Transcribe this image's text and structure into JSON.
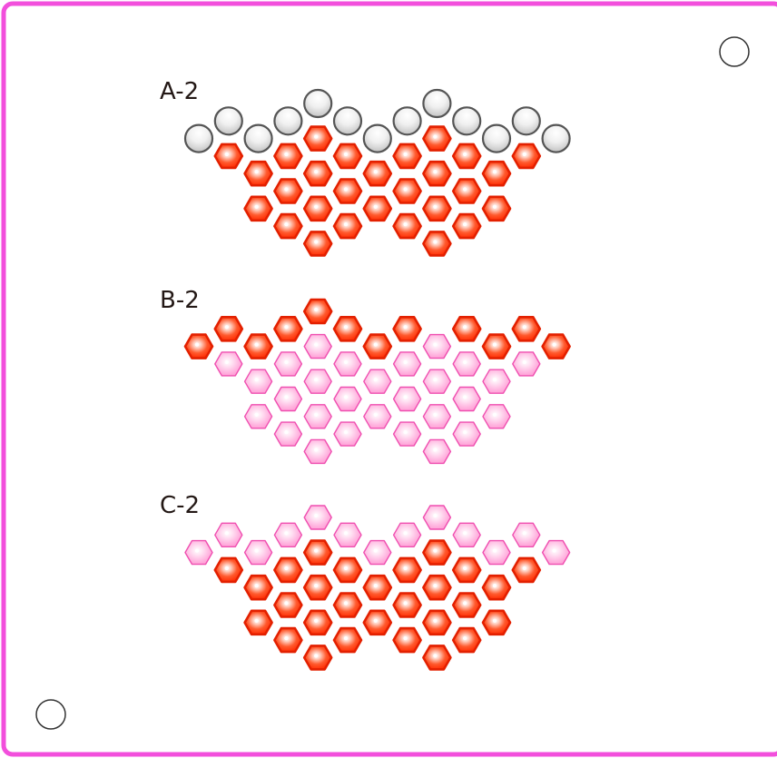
{
  "colors": {
    "border": "#f24fdc",
    "red_bead": "#ff2a00",
    "red_bead_rim": "#e32000",
    "pink_bead": "#ff9fd6",
    "pink_bead_rim": "#ef4fb0",
    "grey_bead": "#d8d8d8",
    "grey_bead_rim": "#555555",
    "label": "#231815"
  },
  "corner_marks": [
    "circle-icon",
    "circle-icon"
  ],
  "patterns": [
    {
      "label": "A-2",
      "rows": [
        {
          "row": 0,
          "beads": [
            {
              "col": 4,
              "bead": "grey-round"
            },
            {
              "col": 8,
              "bead": "grey-round"
            }
          ]
        },
        {
          "row": 1,
          "beads": [
            {
              "col": 1,
              "bead": "grey-round"
            },
            {
              "col": 3,
              "bead": "grey-round"
            },
            {
              "col": 5,
              "bead": "grey-round"
            },
            {
              "col": 7,
              "bead": "grey-round"
            },
            {
              "col": 9,
              "bead": "grey-round"
            },
            {
              "col": 11,
              "bead": "grey-round"
            }
          ]
        },
        {
          "row": 2,
          "beads": [
            {
              "col": 0,
              "bead": "grey-round"
            },
            {
              "col": 2,
              "bead": "grey-round"
            },
            {
              "col": 4,
              "bead": "red-hex"
            },
            {
              "col": 6,
              "bead": "grey-round"
            },
            {
              "col": 8,
              "bead": "red-hex"
            },
            {
              "col": 10,
              "bead": "grey-round"
            },
            {
              "col": 12,
              "bead": "grey-round"
            }
          ]
        },
        {
          "row": 3,
          "beads": [
            {
              "col": 1,
              "bead": "red-hex"
            },
            {
              "col": 3,
              "bead": "red-hex"
            },
            {
              "col": 5,
              "bead": "red-hex"
            },
            {
              "col": 7,
              "bead": "red-hex"
            },
            {
              "col": 9,
              "bead": "red-hex"
            },
            {
              "col": 11,
              "bead": "red-hex"
            }
          ]
        },
        {
          "row": 4,
          "beads": [
            {
              "col": 2,
              "bead": "red-hex"
            },
            {
              "col": 4,
              "bead": "red-hex"
            },
            {
              "col": 6,
              "bead": "red-hex"
            },
            {
              "col": 8,
              "bead": "red-hex"
            },
            {
              "col": 10,
              "bead": "red-hex"
            }
          ]
        },
        {
          "row": 5,
          "beads": [
            {
              "col": 3,
              "bead": "red-hex"
            },
            {
              "col": 5,
              "bead": "red-hex"
            },
            {
              "col": 7,
              "bead": "red-hex"
            },
            {
              "col": 9,
              "bead": "red-hex"
            }
          ]
        },
        {
          "row": 6,
          "beads": [
            {
              "col": 2,
              "bead": "red-hex"
            },
            {
              "col": 4,
              "bead": "red-hex"
            },
            {
              "col": 6,
              "bead": "red-hex"
            },
            {
              "col": 8,
              "bead": "red-hex"
            },
            {
              "col": 10,
              "bead": "red-hex"
            }
          ]
        },
        {
          "row": 7,
          "beads": [
            {
              "col": 3,
              "bead": "red-hex"
            },
            {
              "col": 5,
              "bead": "red-hex"
            },
            {
              "col": 7,
              "bead": "red-hex"
            },
            {
              "col": 9,
              "bead": "red-hex"
            }
          ]
        },
        {
          "row": 8,
          "beads": [
            {
              "col": 4,
              "bead": "red-hex"
            },
            {
              "col": 8,
              "bead": "red-hex"
            }
          ]
        }
      ]
    },
    {
      "label": "B-2",
      "rows": [
        {
          "row": 0,
          "beads": [
            {
              "col": 4,
              "bead": "red-hex"
            }
          ]
        },
        {
          "row": 1,
          "beads": [
            {
              "col": 1,
              "bead": "red-hex"
            },
            {
              "col": 3,
              "bead": "red-hex"
            },
            {
              "col": 5,
              "bead": "red-hex"
            },
            {
              "col": 7,
              "bead": "red-hex"
            },
            {
              "col": 9,
              "bead": "red-hex"
            },
            {
              "col": 11,
              "bead": "red-hex"
            }
          ]
        },
        {
          "row": 2,
          "beads": [
            {
              "col": 0,
              "bead": "red-hex"
            },
            {
              "col": 2,
              "bead": "red-hex"
            },
            {
              "col": 4,
              "bead": "pink-hex"
            },
            {
              "col": 6,
              "bead": "red-hex"
            },
            {
              "col": 8,
              "bead": "pink-hex"
            },
            {
              "col": 10,
              "bead": "red-hex"
            },
            {
              "col": 12,
              "bead": "red-hex"
            }
          ]
        },
        {
          "row": 3,
          "beads": [
            {
              "col": 1,
              "bead": "pink-hex"
            },
            {
              "col": 3,
              "bead": "pink-hex"
            },
            {
              "col": 5,
              "bead": "pink-hex"
            },
            {
              "col": 7,
              "bead": "pink-hex"
            },
            {
              "col": 9,
              "bead": "pink-hex"
            },
            {
              "col": 11,
              "bead": "pink-hex"
            }
          ]
        },
        {
          "row": 4,
          "beads": [
            {
              "col": 2,
              "bead": "pink-hex"
            },
            {
              "col": 4,
              "bead": "pink-hex"
            },
            {
              "col": 6,
              "bead": "pink-hex"
            },
            {
              "col": 8,
              "bead": "pink-hex"
            },
            {
              "col": 10,
              "bead": "pink-hex"
            }
          ]
        },
        {
          "row": 5,
          "beads": [
            {
              "col": 3,
              "bead": "pink-hex"
            },
            {
              "col": 5,
              "bead": "pink-hex"
            },
            {
              "col": 7,
              "bead": "pink-hex"
            },
            {
              "col": 9,
              "bead": "pink-hex"
            }
          ]
        },
        {
          "row": 6,
          "beads": [
            {
              "col": 2,
              "bead": "pink-hex"
            },
            {
              "col": 4,
              "bead": "pink-hex"
            },
            {
              "col": 6,
              "bead": "pink-hex"
            },
            {
              "col": 8,
              "bead": "pink-hex"
            },
            {
              "col": 10,
              "bead": "pink-hex"
            }
          ]
        },
        {
          "row": 7,
          "beads": [
            {
              "col": 3,
              "bead": "pink-hex"
            },
            {
              "col": 5,
              "bead": "pink-hex"
            },
            {
              "col": 7,
              "bead": "pink-hex"
            },
            {
              "col": 9,
              "bead": "pink-hex"
            }
          ]
        },
        {
          "row": 8,
          "beads": [
            {
              "col": 4,
              "bead": "pink-hex"
            },
            {
              "col": 8,
              "bead": "pink-hex"
            }
          ]
        }
      ]
    },
    {
      "label": "C-2",
      "rows": [
        {
          "row": 0,
          "beads": [
            {
              "col": 4,
              "bead": "pink-hex"
            },
            {
              "col": 8,
              "bead": "pink-hex"
            }
          ]
        },
        {
          "row": 1,
          "beads": [
            {
              "col": 1,
              "bead": "pink-hex"
            },
            {
              "col": 3,
              "bead": "pink-hex"
            },
            {
              "col": 5,
              "bead": "pink-hex"
            },
            {
              "col": 7,
              "bead": "pink-hex"
            },
            {
              "col": 9,
              "bead": "pink-hex"
            },
            {
              "col": 11,
              "bead": "pink-hex"
            }
          ]
        },
        {
          "row": 2,
          "beads": [
            {
              "col": 0,
              "bead": "pink-hex"
            },
            {
              "col": 2,
              "bead": "pink-hex"
            },
            {
              "col": 4,
              "bead": "red-hex"
            },
            {
              "col": 6,
              "bead": "pink-hex"
            },
            {
              "col": 8,
              "bead": "red-hex"
            },
            {
              "col": 10,
              "bead": "pink-hex"
            },
            {
              "col": 12,
              "bead": "pink-hex"
            }
          ]
        },
        {
          "row": 3,
          "beads": [
            {
              "col": 1,
              "bead": "red-hex"
            },
            {
              "col": 3,
              "bead": "red-hex"
            },
            {
              "col": 5,
              "bead": "red-hex"
            },
            {
              "col": 7,
              "bead": "red-hex"
            },
            {
              "col": 9,
              "bead": "red-hex"
            },
            {
              "col": 11,
              "bead": "red-hex"
            }
          ]
        },
        {
          "row": 4,
          "beads": [
            {
              "col": 2,
              "bead": "red-hex"
            },
            {
              "col": 4,
              "bead": "red-hex"
            },
            {
              "col": 6,
              "bead": "red-hex"
            },
            {
              "col": 8,
              "bead": "red-hex"
            },
            {
              "col": 10,
              "bead": "red-hex"
            }
          ]
        },
        {
          "row": 5,
          "beads": [
            {
              "col": 3,
              "bead": "red-hex"
            },
            {
              "col": 5,
              "bead": "red-hex"
            },
            {
              "col": 7,
              "bead": "red-hex"
            },
            {
              "col": 9,
              "bead": "red-hex"
            }
          ]
        },
        {
          "row": 6,
          "beads": [
            {
              "col": 2,
              "bead": "red-hex"
            },
            {
              "col": 4,
              "bead": "red-hex"
            },
            {
              "col": 6,
              "bead": "red-hex"
            },
            {
              "col": 8,
              "bead": "red-hex"
            },
            {
              "col": 10,
              "bead": "red-hex"
            }
          ]
        },
        {
          "row": 7,
          "beads": [
            {
              "col": 3,
              "bead": "red-hex"
            },
            {
              "col": 5,
              "bead": "red-hex"
            },
            {
              "col": 7,
              "bead": "red-hex"
            },
            {
              "col": 9,
              "bead": "red-hex"
            }
          ]
        },
        {
          "row": 8,
          "beads": [
            {
              "col": 4,
              "bead": "red-hex"
            },
            {
              "col": 8,
              "bead": "red-hex"
            }
          ]
        }
      ]
    }
  ]
}
